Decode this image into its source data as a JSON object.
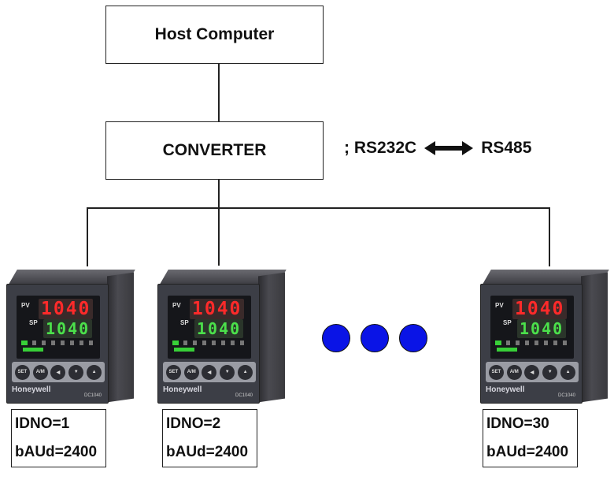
{
  "nodes": {
    "host": "Host Computer",
    "converter": "CONVERTER"
  },
  "protocol": {
    "prefix": "; RS232C",
    "arrow": "⟷",
    "suffix": "RS485"
  },
  "ellipsis_dot_color": "#0a14e6",
  "devices": [
    {
      "pv_label": "PV",
      "pv": "1040",
      "sp_label": "SP",
      "sp": "1040",
      "keys": [
        "SET",
        "A/M",
        "◀",
        "▼",
        "▲"
      ],
      "brand": "Honeywell",
      "model": "DC1040",
      "idno": "IDNO=1",
      "baud": "bAUd=2400"
    },
    {
      "pv_label": "PV",
      "pv": "1040",
      "sp_label": "SP",
      "sp": "1040",
      "keys": [
        "SET",
        "A/M",
        "◀",
        "▼",
        "▲"
      ],
      "brand": "Honeywell",
      "model": "DC1040",
      "idno": "IDNO=2",
      "baud": "bAUd=2400"
    },
    {
      "pv_label": "PV",
      "pv": "1040",
      "sp_label": "SP",
      "sp": "1040",
      "keys": [
        "SET",
        "A/M",
        "◀",
        "▼",
        "▲"
      ],
      "brand": "Honeywell",
      "model": "DC1040",
      "idno": "IDNO=30",
      "baud": "bAUd=2400"
    }
  ]
}
